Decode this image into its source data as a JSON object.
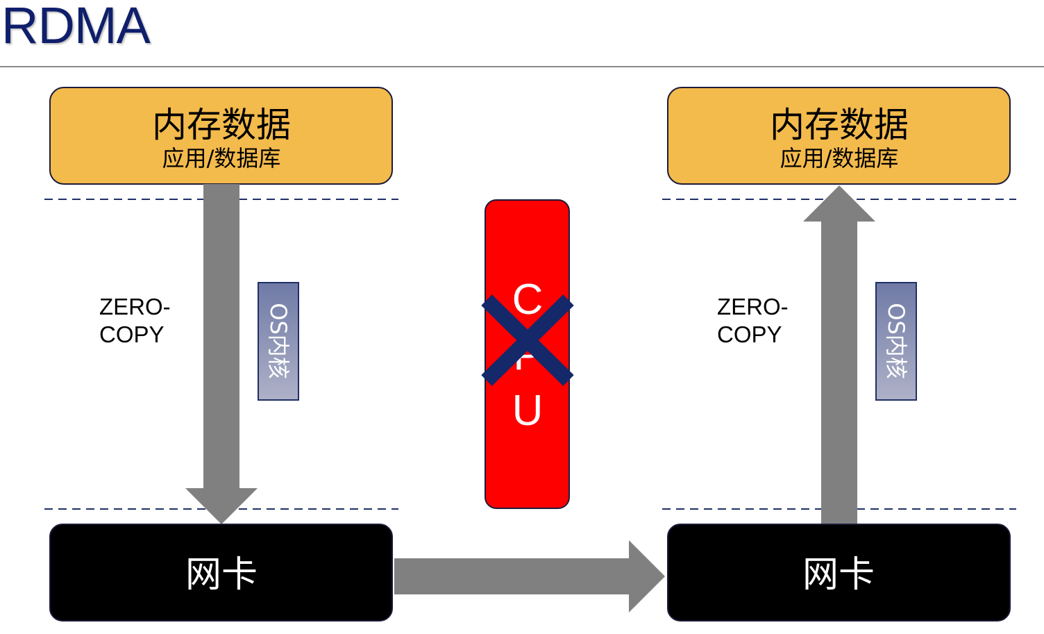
{
  "title": "RDMA",
  "left": {
    "memory_title": "内存数据",
    "memory_sub": "应用/数据库",
    "zero_copy_line1": "ZERO-",
    "zero_copy_line2": "COPY",
    "os_kernel": "OS内核",
    "nic": "网卡"
  },
  "right": {
    "memory_title": "内存数据",
    "memory_sub": "应用/数据库",
    "zero_copy_line1": "ZERO-",
    "zero_copy_line2": "COPY",
    "os_kernel": "OS内核",
    "nic": "网卡"
  },
  "cpu": {
    "letters": [
      "C",
      "P",
      "U"
    ]
  },
  "colors": {
    "memory_fill": "#f3ba4c",
    "nic_fill": "#000000",
    "cpu_fill": "#ff0000",
    "arrow": "#808080",
    "cross": "#14286a",
    "os_label_fill": "#8a8fb4",
    "title": "#0f1f6b"
  }
}
